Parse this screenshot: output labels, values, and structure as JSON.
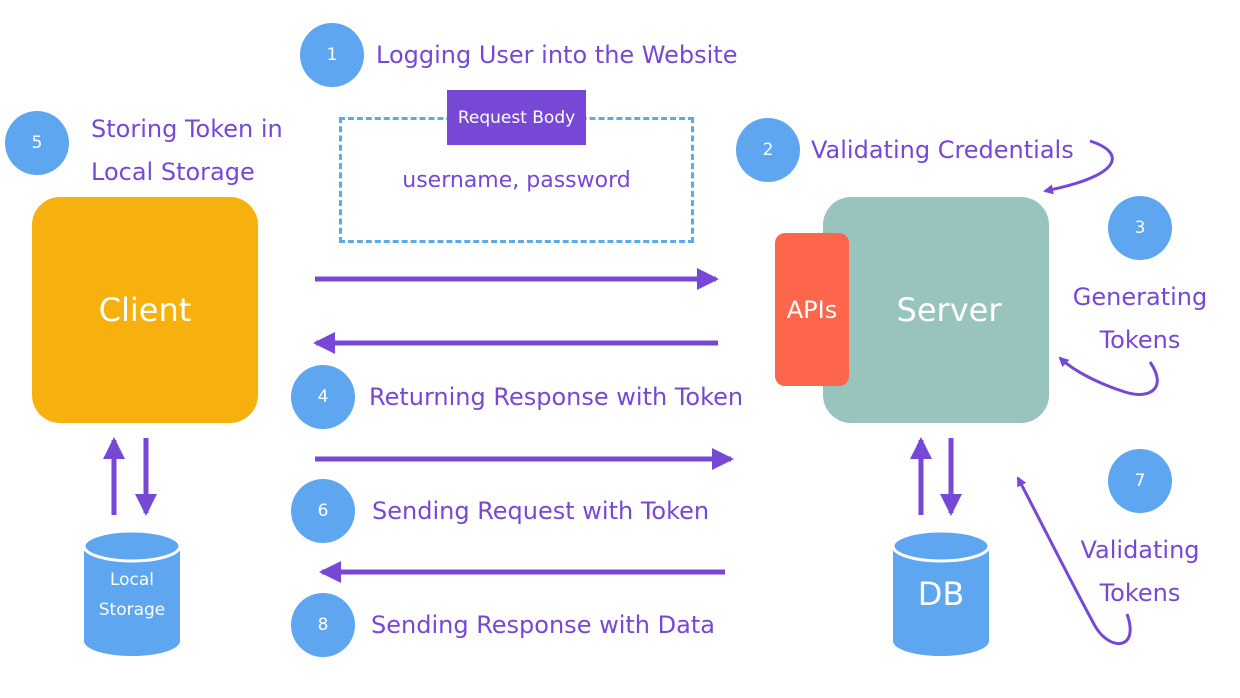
{
  "colors": {
    "accent": "#7748d6",
    "step_circle": "#5ea6f0",
    "client": "#f6b10f",
    "server": "#99c4bd",
    "apis": "#fd664b",
    "database": "#5ea6f0",
    "request_frame": "#5aabe8"
  },
  "nodes": {
    "client": "Client",
    "server": "Server",
    "apis": "APIs",
    "db": "DB",
    "local_storage_line1": "Local",
    "local_storage_line2": "Storage"
  },
  "request_body": {
    "title": "Request Body",
    "fields": "username, password"
  },
  "steps": {
    "s1": {
      "number": "1",
      "text": "Logging User into the Website"
    },
    "s2": {
      "number": "2",
      "text": "Validating Credentials"
    },
    "s3": {
      "number": "3",
      "line1": "Generating",
      "line2": "Tokens"
    },
    "s4": {
      "number": "4",
      "text": "Returning Response with Token"
    },
    "s5": {
      "number": "5",
      "line1": "Storing Token in",
      "line2": "Local Storage"
    },
    "s6": {
      "number": "6",
      "text": "Sending Request with Token"
    },
    "s7": {
      "number": "7",
      "line1": "Validating",
      "line2": "Tokens"
    },
    "s8": {
      "number": "8",
      "text": "Sending Response with Data"
    }
  }
}
